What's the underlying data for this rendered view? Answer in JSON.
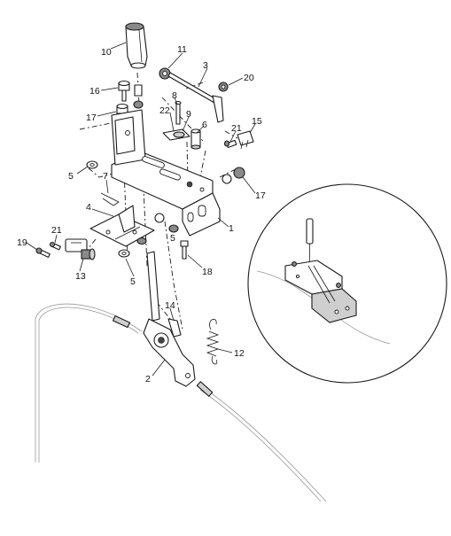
{
  "callouts": [
    {
      "id": "c10",
      "label": "10"
    },
    {
      "id": "c11",
      "label": "11"
    },
    {
      "id": "c3",
      "label": "3"
    },
    {
      "id": "c20",
      "label": "20"
    },
    {
      "id": "c16",
      "label": "16"
    },
    {
      "id": "c8",
      "label": "8"
    },
    {
      "id": "c22",
      "label": "22"
    },
    {
      "id": "c9",
      "label": "9"
    },
    {
      "id": "c6",
      "label": "6"
    },
    {
      "id": "c15",
      "label": "15"
    },
    {
      "id": "c21a",
      "label": "21"
    },
    {
      "id": "c17a",
      "label": "17"
    },
    {
      "id": "c5a",
      "label": "5"
    },
    {
      "id": "c7",
      "label": "7"
    },
    {
      "id": "c17b",
      "label": "17"
    },
    {
      "id": "c4",
      "label": "4"
    },
    {
      "id": "c1",
      "label": "1"
    },
    {
      "id": "c21b",
      "label": "21"
    },
    {
      "id": "c19",
      "label": "19"
    },
    {
      "id": "c5b",
      "label": "5"
    },
    {
      "id": "c18",
      "label": "18"
    },
    {
      "id": "c13",
      "label": "13"
    },
    {
      "id": "c5c",
      "label": "5"
    },
    {
      "id": "c14",
      "label": "14"
    },
    {
      "id": "c12",
      "label": "12"
    },
    {
      "id": "c2",
      "label": "2"
    }
  ]
}
